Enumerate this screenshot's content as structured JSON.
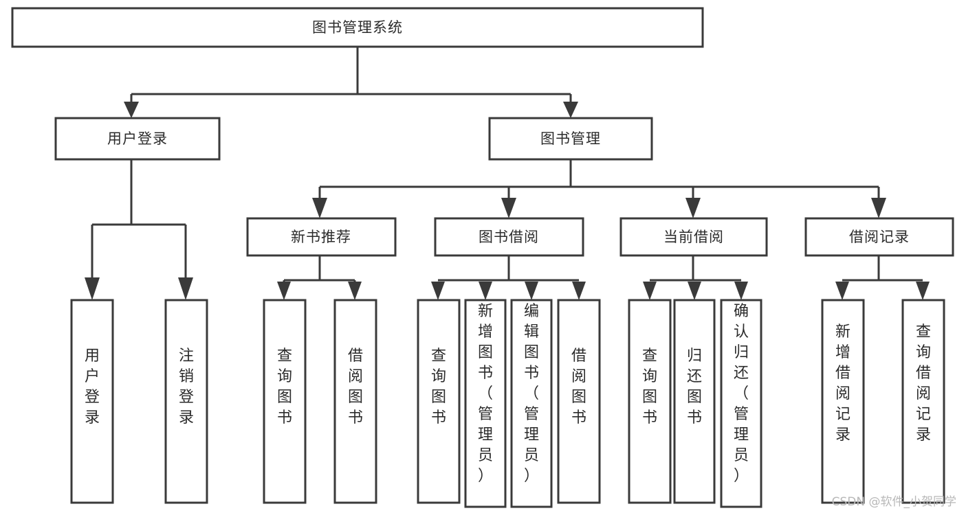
{
  "diagram": {
    "type": "tree-hierarchy",
    "title": "图书管理系统",
    "watermark": "CSDN @软件_小贺同学",
    "colors": {
      "stroke": "#3a3a3a",
      "fill": "#ffffff",
      "text": "#2b2b2b",
      "watermark": "#b8b8b8",
      "background": "#ffffff"
    },
    "root": {
      "label": "图书管理系统"
    },
    "level2": [
      {
        "label": "用户登录"
      },
      {
        "label": "图书管理"
      }
    ],
    "level3": [
      {
        "label": "新书推荐"
      },
      {
        "label": "图书借阅"
      },
      {
        "label": "当前借阅"
      },
      {
        "label": "借阅记录"
      }
    ],
    "leaves": {
      "user_login": [
        {
          "label": "用户登录"
        },
        {
          "label": "注销登录"
        }
      ],
      "new_book_recommend": [
        {
          "label": "查询图书"
        },
        {
          "label": "借阅图书"
        }
      ],
      "book_borrow": [
        {
          "label": "查询图书"
        },
        {
          "label": "新增图书（管理员）"
        },
        {
          "label": "编辑图书（管理员）"
        },
        {
          "label": "借阅图书"
        }
      ],
      "current_borrow": [
        {
          "label": "查询图书"
        },
        {
          "label": "归还图书"
        },
        {
          "label": "确认归还（管理员）"
        }
      ],
      "borrow_record": [
        {
          "label": "新增借阅记录"
        },
        {
          "label": "查询借阅记录"
        }
      ]
    }
  }
}
